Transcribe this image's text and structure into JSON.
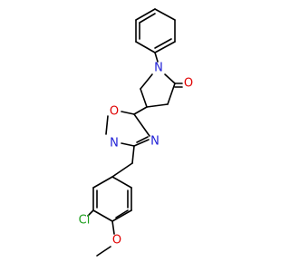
{
  "molecule": {
    "atoms": {
      "N1": "N",
      "O_ketone": "O",
      "O_ring": "O",
      "N_ring_a": "N",
      "N_ring_b": "N",
      "Cl": "Cl",
      "O_methoxy": "O"
    },
    "colors": {
      "carbon_bond": "#000000",
      "nitrogen": "#1f1fd6",
      "oxygen": "#e00000",
      "chlorine": "#1c9e1c"
    }
  }
}
